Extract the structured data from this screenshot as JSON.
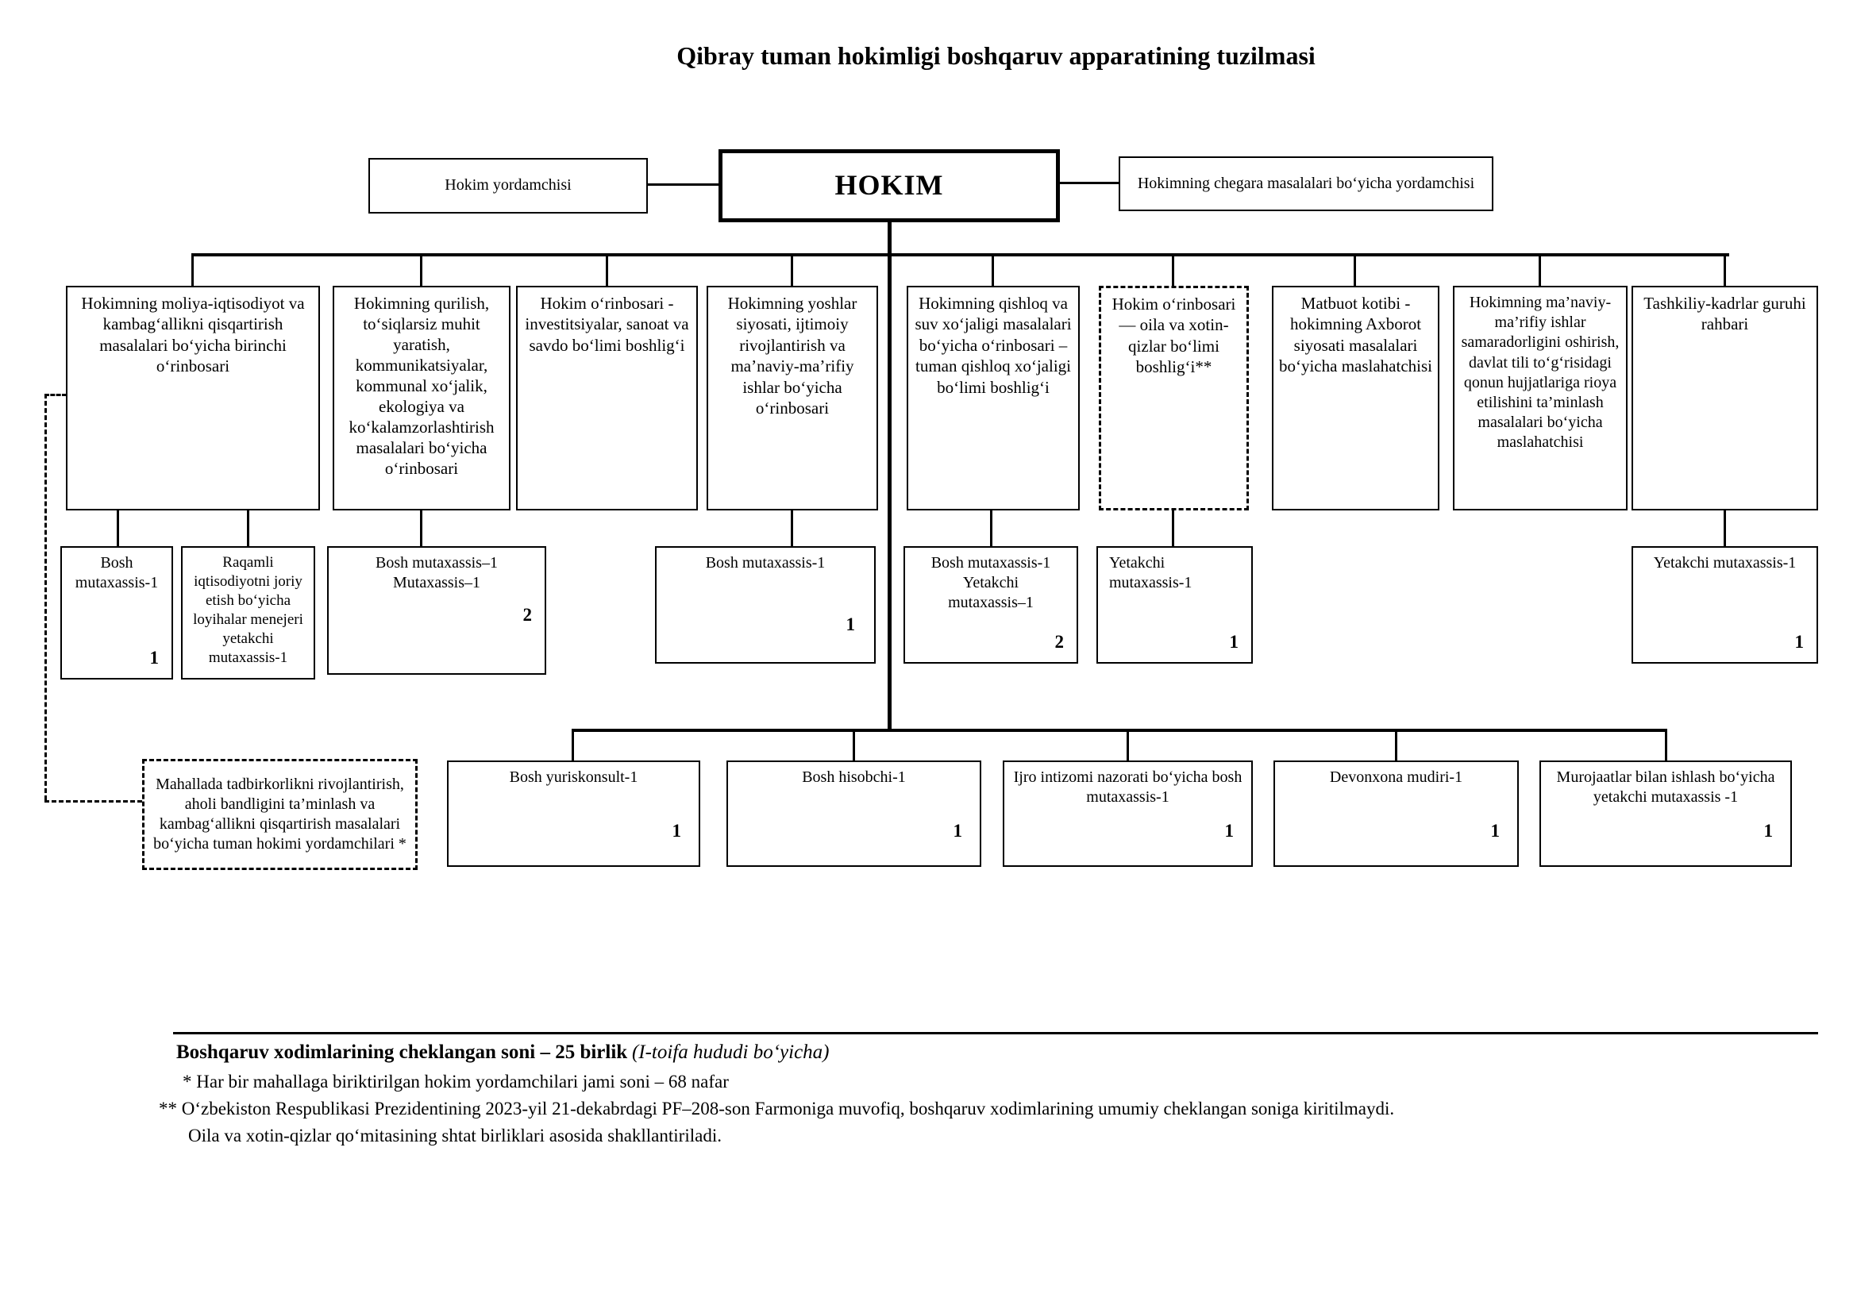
{
  "title": "Qibray tuman hokimligi boshqaruv apparatining tuzilmasi",
  "top": {
    "assistant_left": "Hokim yordamchisi",
    "hokim": "HOKIM",
    "assistant_right": "Hokimning chegara masalalari boʻyicha yordamchisi"
  },
  "deputies": [
    {
      "label": "Hokimning moliya-iqtisodiyot va kambagʻallikni qisqartirish masalalari boʻyicha birinchi oʻrinbosari"
    },
    {
      "label": "Hokimning qurilish, toʻsiqlarsiz muhit yaratish, kommunikatsiyalar, kommunal xoʻjalik, ekologiya va koʻkalamzorlashtirish masalalari boʻyicha oʻrinbosari"
    },
    {
      "label": "Hokim oʻrinbosari - investitsiyalar, sanoat va savdo boʻlimi boshligʻi"
    },
    {
      "label": "Hokimning yoshlar siyosati, ijtimoiy rivojlantirish va ma’naviy-ma’rifiy ishlar boʻyicha oʻrinbosari"
    },
    {
      "label": "Hokimning qishloq va suv xoʻjaligi masalalari boʻyicha oʻrinbosari – tuman qishloq xoʻjaligi boʻlimi boshligʻi"
    },
    {
      "label": "Hokim oʻrinbosari — oila va xotin-qizlar boʻlimi boshligʻi**"
    },
    {
      "label": "Matbuot kotibi - hokimning Axborot siyosati masalalari boʻyicha maslahatchisi"
    },
    {
      "label": "Hokimning ma’naviy-ma’rifiy ishlar samaradorligini oshirish, davlat tili toʻgʻrisidagi qonun hujjatlariga rioya etilishini ta’minlash masalalari boʻyicha maslahatchisi"
    },
    {
      "label": "Tashkiliy-kadrlar guruhi rahbari"
    }
  ],
  "staff": [
    {
      "label": "Bosh mutaxassis-1",
      "count": "1"
    },
    {
      "label": "Raqamli iqtisodiyotni joriy etish boʻyicha loyihalar menejeri yetakchi mutaxassis-1"
    },
    {
      "label": "Bosh mutaxassis–1\nMutaxassis–1",
      "count": "2"
    },
    {
      "label": "Bosh mutaxassis-1",
      "count": "1"
    },
    {
      "label": "Bosh mutaxassis-1\nYetakchi\nmutaxassis–1",
      "count": "2"
    },
    {
      "label": "Yetakchi\nmutaxassis-1",
      "count": "1"
    },
    {
      "label": "Yetakchi mutaxassis-1",
      "count": "1"
    }
  ],
  "apparatus": [
    {
      "label": "Bosh yuriskonsult-1",
      "count": "1"
    },
    {
      "label": "Bosh hisobchi-1",
      "count": "1"
    },
    {
      "label": "Ijro intizomi nazorati boʻyicha bosh mutaxassis-1",
      "count": "1"
    },
    {
      "label": "Devonxona mudiri-1",
      "count": "1"
    },
    {
      "label": "Murojaatlar bilan ishlash boʻyicha yetakchi mutaxassis -1",
      "count": "1"
    }
  ],
  "mahalla_assistants": "Mahallada tadbirkorlikni rivojlantirish, aholi bandligini ta’minlash va kambagʻallikni qisqartirish masalalari boʻyicha tuman hokimi yordamchilari *",
  "footer": {
    "limit_bold": "Boshqaruv xodimlarining cheklangan soni – 25 birlik",
    "limit_italic": "(I-toifa hududi boʻyicha)",
    "note1": "* Har bir mahallaga biriktirilgan hokim yordamchilari jami soni – 68 nafar",
    "note2": "** Oʻzbekiston Respublikasi Prezidentining 2023-yil 21-dekabrdagi PF–208-son Farmoniga muvofiq, boshqaruv xodimlarining umumiy cheklangan soniga kiritilmaydi.",
    "note3": "Oila va xotin-qizlar qoʻmitasining shtat birliklari asosida shakllantiriladi."
  }
}
